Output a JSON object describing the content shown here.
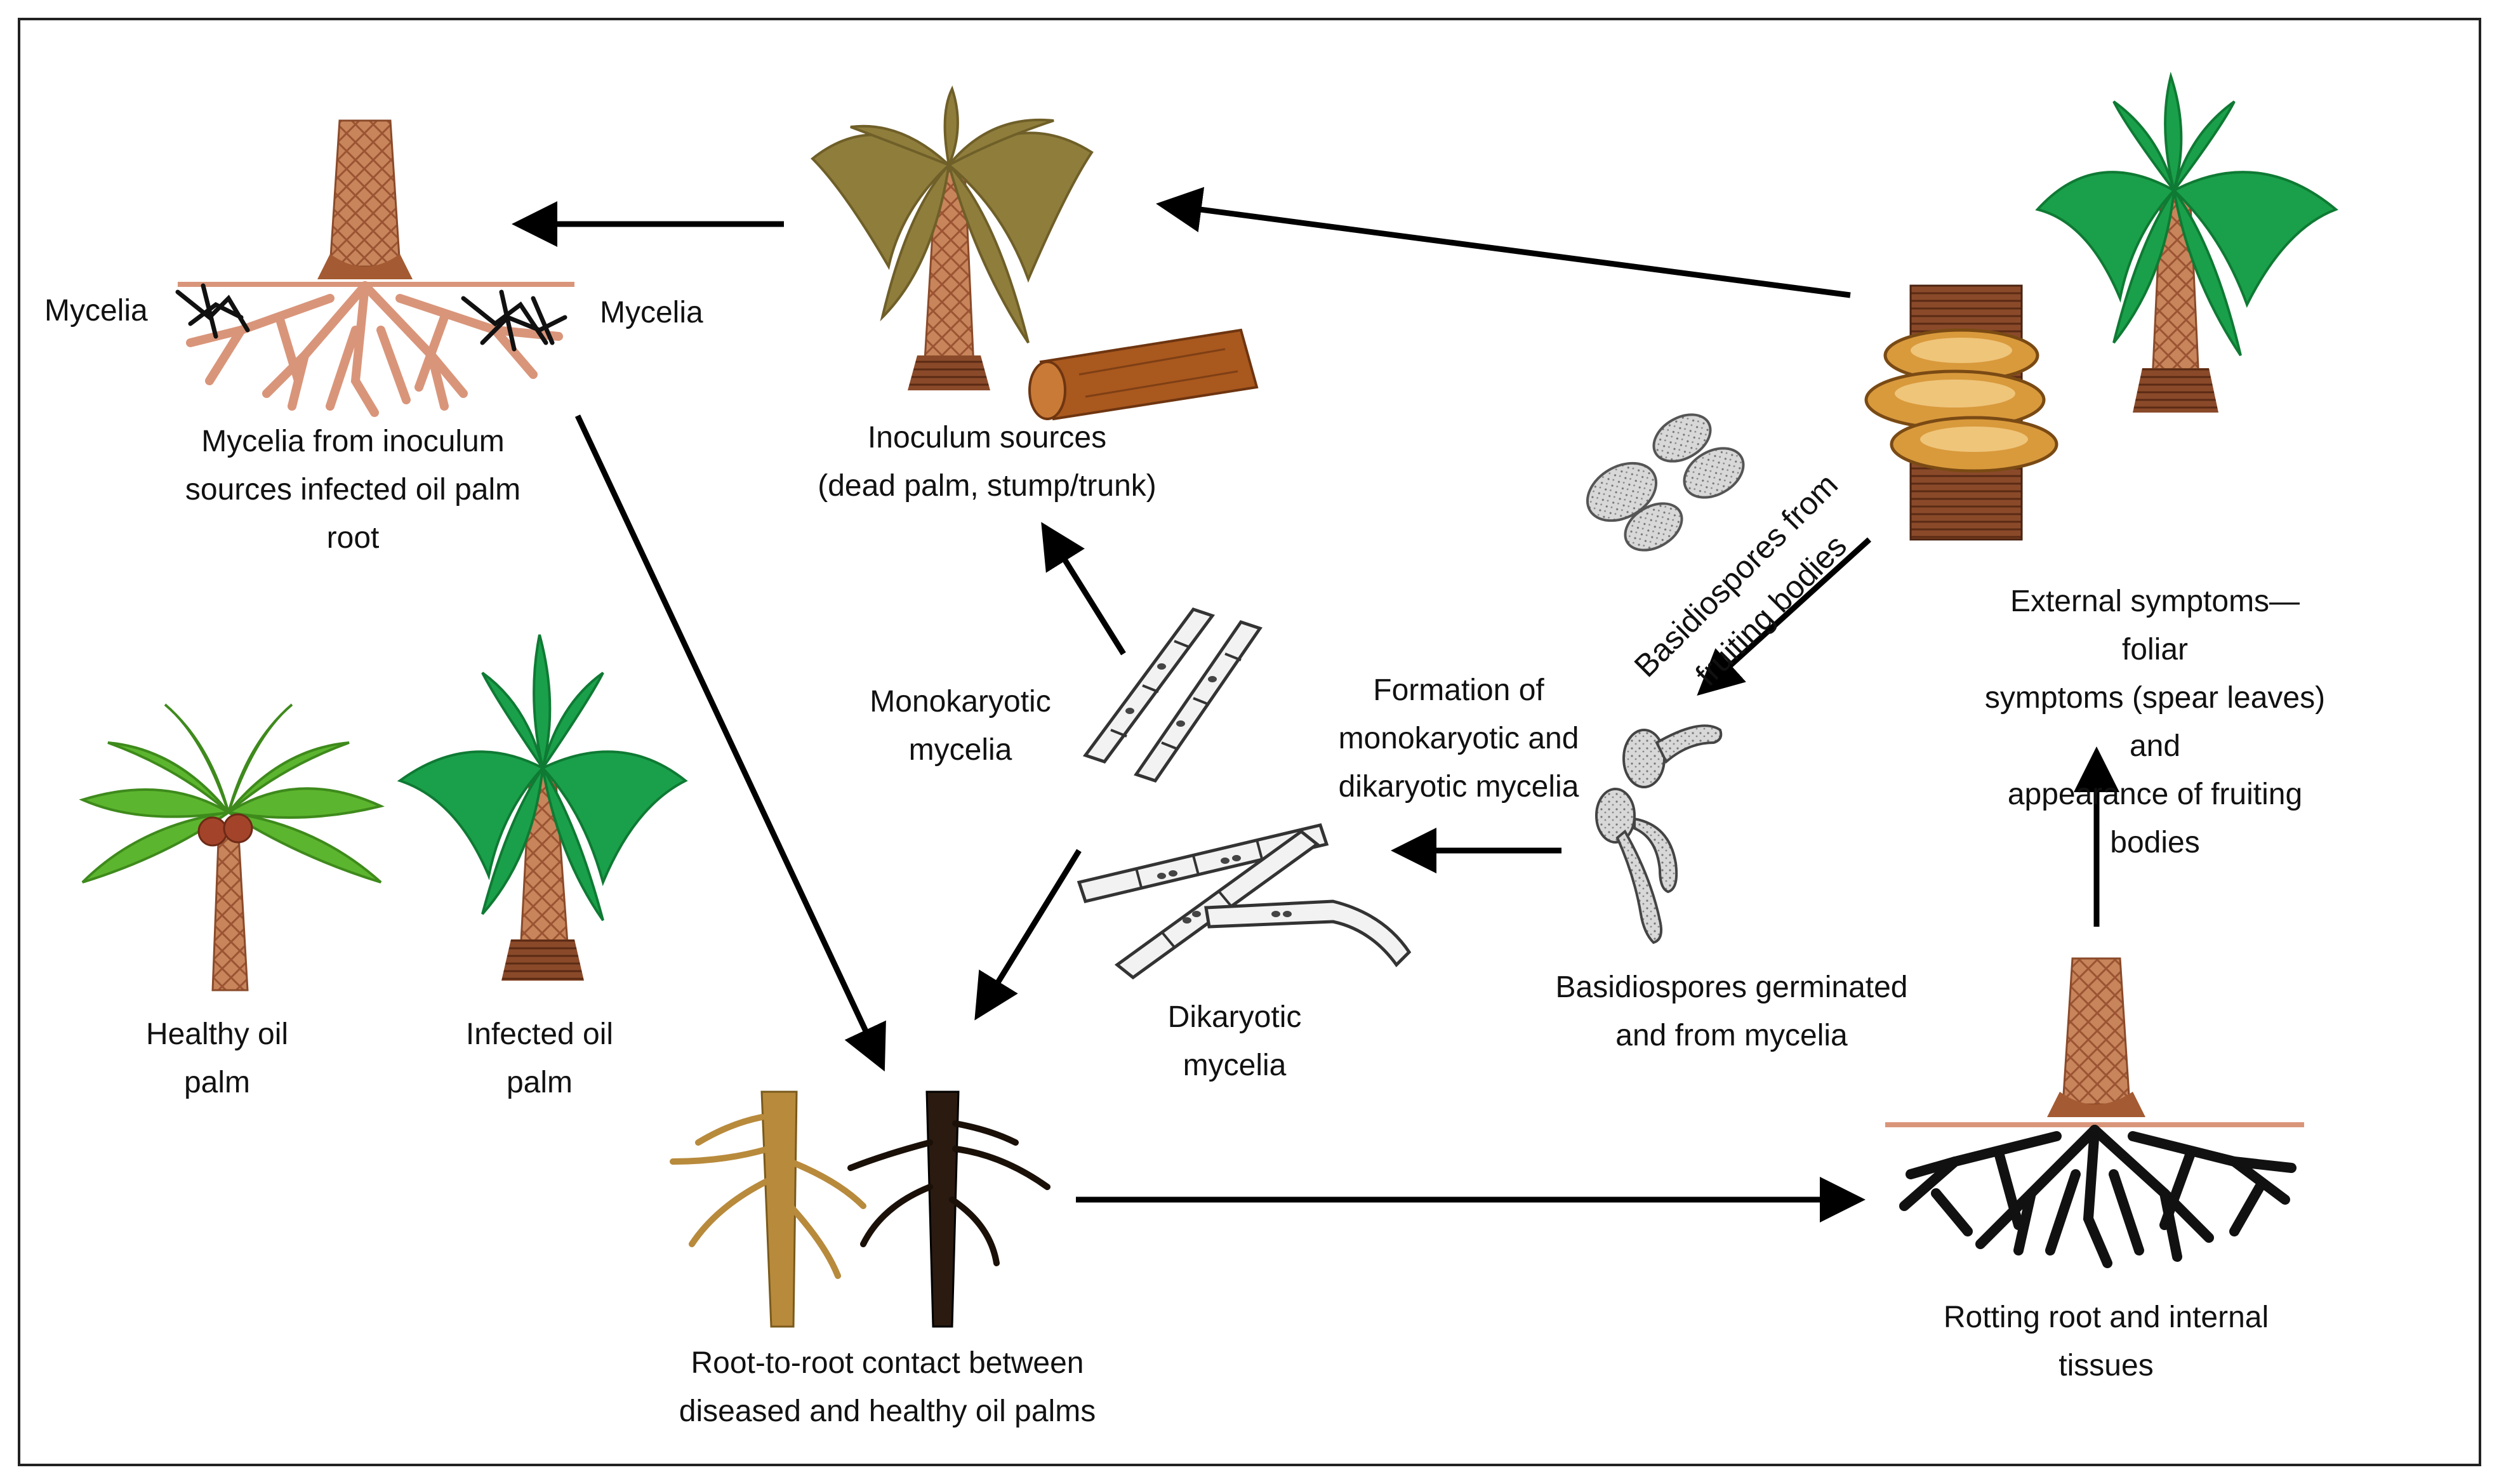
{
  "diagram": {
    "labels": {
      "mycelia_left": "Mycelia",
      "mycelia_right": "Mycelia",
      "infected_root": "Mycelia from inoculum\nsources  infected oil palm\nroot",
      "inoculum_sources": "Inoculum sources\n(dead palm, stump/trunk)",
      "basidiospores_fruiting": "Basidiospores from\nfruiting bodies",
      "external_symptoms": "External symptoms—foliar\nsymptoms (spear leaves) and\nappearance of fruiting bodies",
      "monokaryotic_mycelia": "Monokaryotic\nmycelia",
      "formation_mycelia": "Formation  of\nmonokaryotic  and\ndikaryotic mycelia",
      "healthy_palm": "Healthy oil\npalm",
      "infected_palm": "Infected oil\npalm",
      "dikaryotic_mycelia": "Dikaryotic\nmycelia",
      "basidiospores_germinated": "Basidiospores germinated\nand from mycelia",
      "root_contact": "Root-to-root  contact between\ndiseased and healthy oil palms",
      "rotting_root": "Rotting root  and internal tissues"
    },
    "colors": {
      "frame": "#222222",
      "arrow": "#000000",
      "trunk": "#c8845a",
      "trunk_dark": "#a45a32",
      "root_pale": "#d9957a",
      "dead_frond": "#8f7d3c",
      "green_frond": "#1aa04a",
      "light_green_frond": "#5cb52e",
      "log": "#a9581e",
      "fruiting_body": "#d99a3c",
      "fungal_black": "#111111",
      "hypha_fill": "#f2f2f2"
    },
    "icons": [
      "infected-root-system-icon",
      "dead-palm-icon",
      "log-stump-icon",
      "infected-palm-with-fruiting-bodies-icon",
      "basidiospores-icon",
      "monokaryotic-hyphae-icon",
      "dikaryotic-hyphae-icon",
      "germinating-spores-icon",
      "healthy-palm-icon",
      "infected-palm-icon",
      "root-contact-icon",
      "rotting-root-system-icon"
    ]
  }
}
